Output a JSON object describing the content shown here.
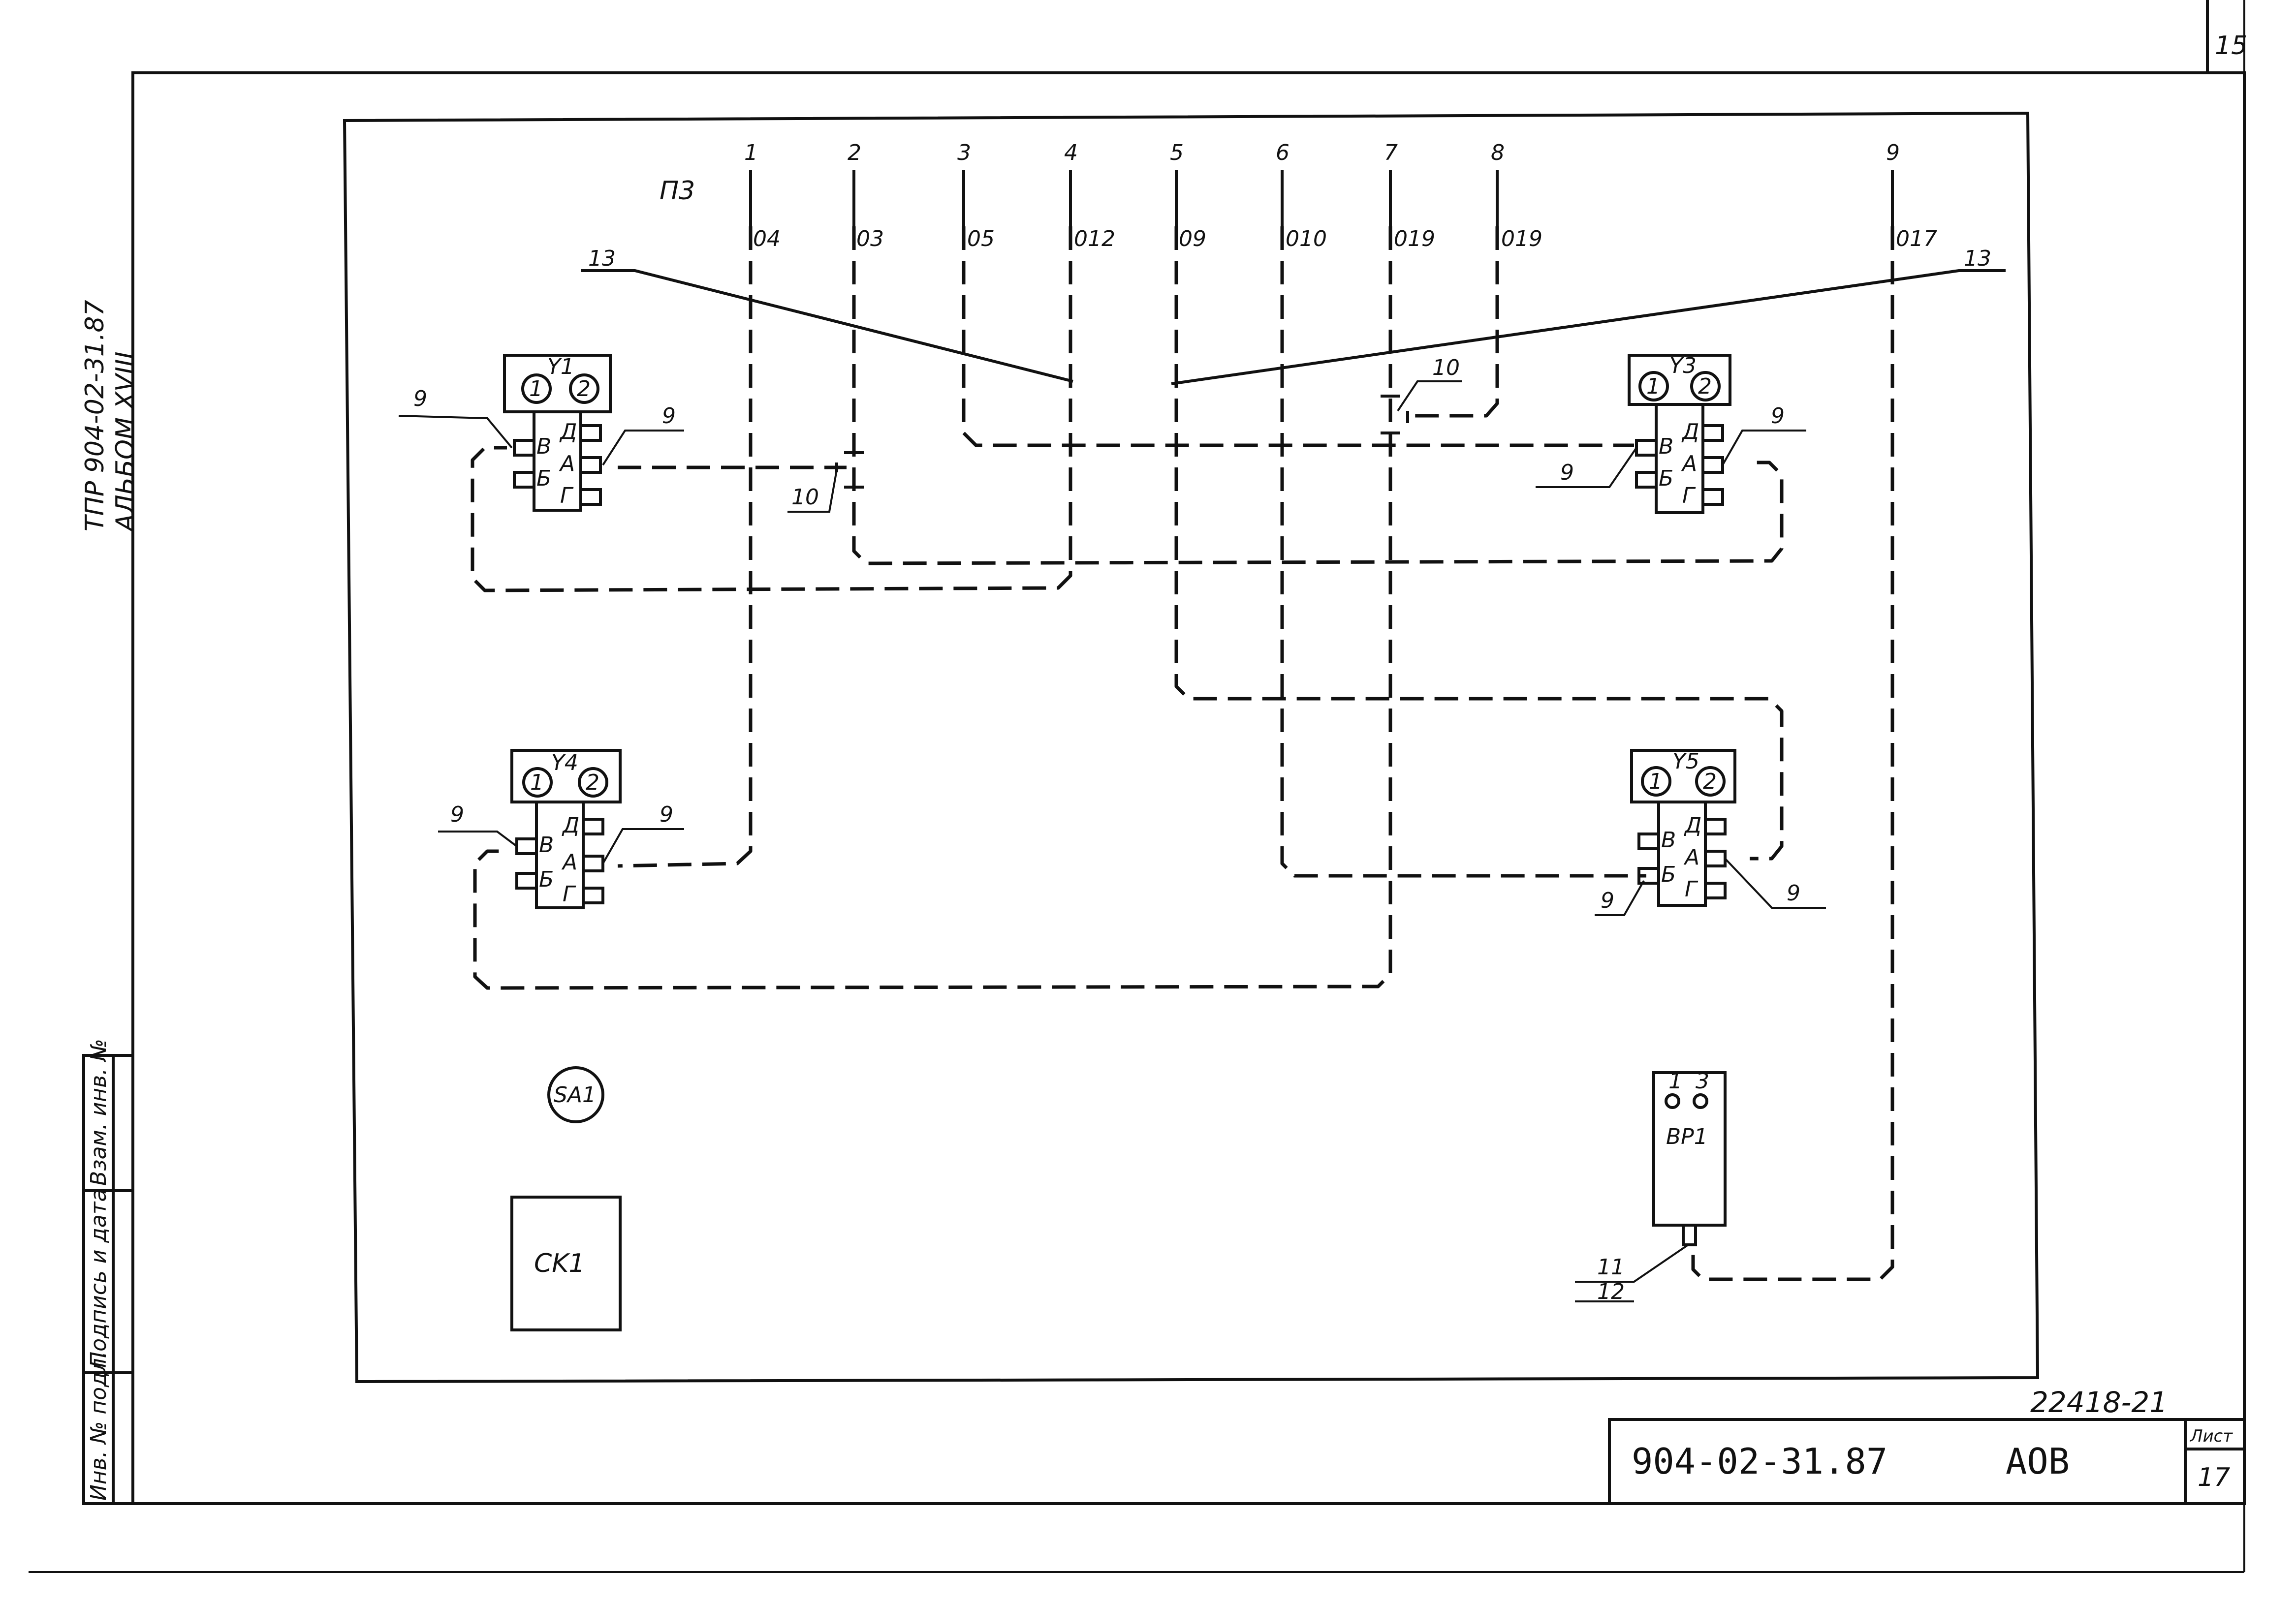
{
  "sheet_number": "15",
  "side_caption": {
    "line1": "ТПР 904-02-31.87",
    "line2": "АЛЬБОМ XVIII"
  },
  "stamp_boxes": [
    "Инв. № подл.",
    "Подпись и дата",
    "Взам. инв. №"
  ],
  "panel_label": "П3",
  "terminals": [
    {
      "num": "1",
      "wire": "04"
    },
    {
      "num": "2",
      "wire": "03"
    },
    {
      "num": "3",
      "wire": "05"
    },
    {
      "num": "4",
      "wire": "012"
    },
    {
      "num": "5",
      "wire": "09"
    },
    {
      "num": "6",
      "wire": "010"
    },
    {
      "num": "7",
      "wire": "019"
    },
    {
      "num": "8",
      "wire": "019"
    },
    {
      "num": "9",
      "wire": "017"
    }
  ],
  "callouts": {
    "bundle": "13",
    "connector": "9",
    "splice": "10",
    "n11": "11",
    "n12": "12"
  },
  "devices": {
    "Y1": {
      "name": "Y1",
      "c1": "1",
      "c2": "2",
      "pins": [
        "В",
        "Б",
        "Д",
        "А",
        "Г"
      ]
    },
    "Y3": {
      "name": "Y3",
      "c1": "1",
      "c2": "2",
      "pins": [
        "В",
        "Б",
        "Д",
        "А",
        "Г"
      ]
    },
    "Y4": {
      "name": "Y4",
      "c1": "1",
      "c2": "2",
      "pins": [
        "В",
        "Б",
        "Д",
        "А",
        "Г"
      ]
    },
    "Y5": {
      "name": "Y5",
      "c1": "1",
      "c2": "2",
      "pins": [
        "В",
        "Б",
        "Д",
        "А",
        "Г"
      ]
    }
  },
  "sa1": "SA1",
  "ck1": "CK1",
  "bp1": {
    "name": "BP1",
    "pin1": "1",
    "pin3": "3"
  },
  "doc_number_handwritten": "22418-21",
  "title_block": {
    "code": "904-02-31.87",
    "mark": "АОВ",
    "sheet_label": "Лист",
    "sheet": "17"
  }
}
